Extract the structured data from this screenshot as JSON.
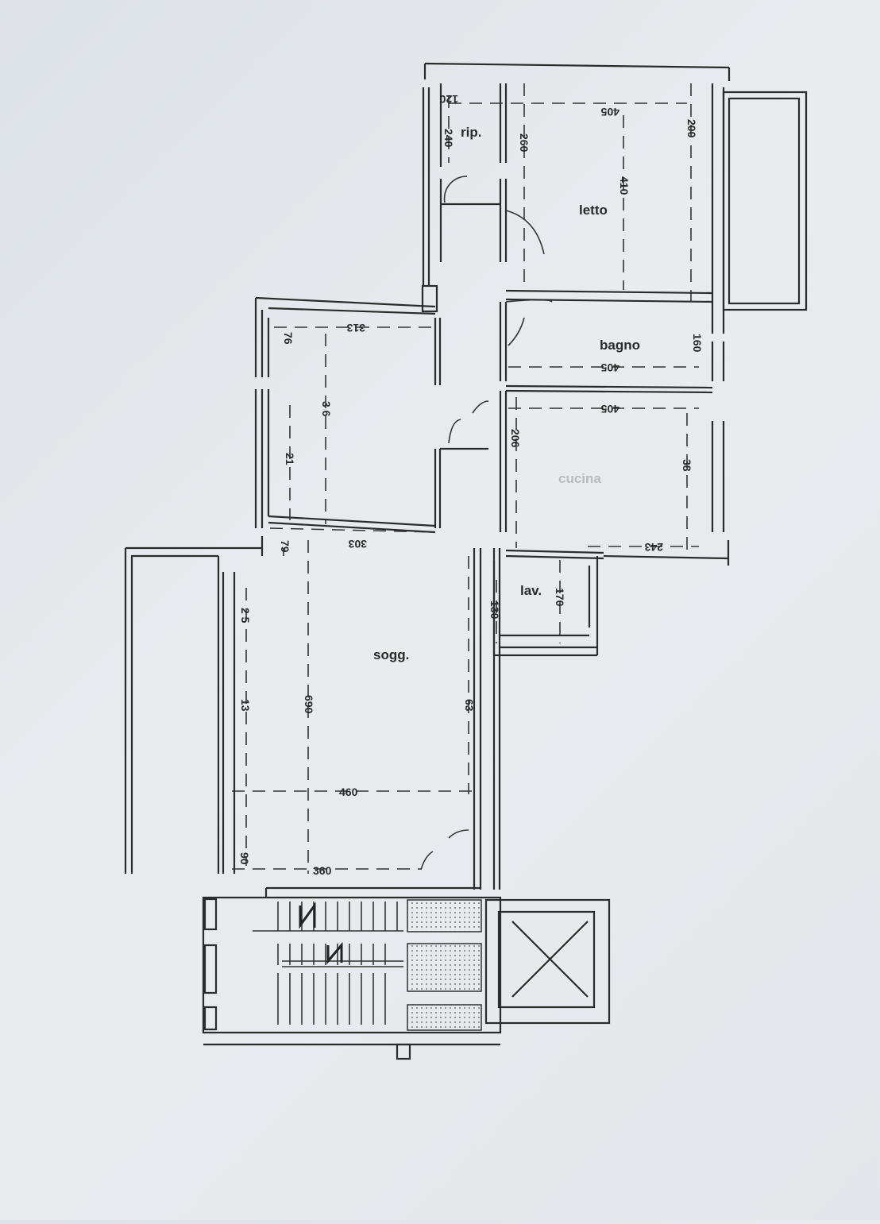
{
  "rooms": {
    "rip": "rip.",
    "letto": "letto",
    "bagno": "bagno",
    "cucina": "cucina",
    "lav": "lav.",
    "sogg": "sogg."
  },
  "dimensions": {
    "d120": "120",
    "d405_top": "405",
    "d240": "240",
    "d260": "260",
    "d200": "200",
    "d410": "410",
    "d313": "313",
    "d76": "76",
    "d160": "160",
    "d405_bagno": "405",
    "d405_cucina": "405",
    "d36": "3 6",
    "d206": "206",
    "d21": "21",
    "d38": "38",
    "d303": "303",
    "d79": "79",
    "d243": "243",
    "d170": "170",
    "d130": "130",
    "d25": "2 5",
    "d690": "690",
    "d13": "13",
    "d63": "63",
    "d460": "460",
    "d90": "90",
    "d360": "360"
  }
}
